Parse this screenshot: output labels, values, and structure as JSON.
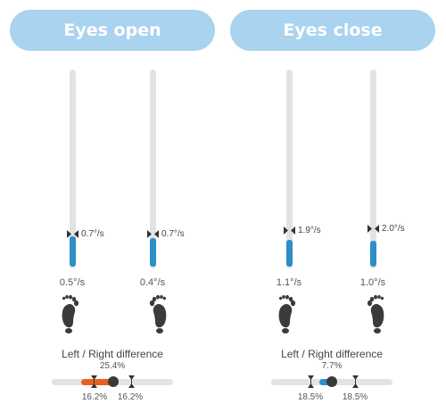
{
  "colors": {
    "header_bg": "#a9d3ef",
    "track": "#e3e3e3",
    "fill_blue": "#2c8fc8",
    "diff_orange": "#e9601e",
    "diff_blue": "#2c8fc8"
  },
  "eyes_open": {
    "title": "Eyes open",
    "left": {
      "reference": "0.7°/s",
      "value": "0.5°/s"
    },
    "right": {
      "reference": "0.7°/s",
      "value": "0.4°/s"
    },
    "difference": {
      "title": "Left / Right difference",
      "value": "25.4%",
      "left_limit": "16.2%",
      "right_limit": "16.2%"
    }
  },
  "eyes_close": {
    "title": "Eyes close",
    "left": {
      "reference": "1.9°/s",
      "value": "1.1°/s"
    },
    "right": {
      "reference": "2.0°/s",
      "value": "1.0°/s"
    },
    "difference": {
      "title": "Left / Right difference",
      "value": "7.7%",
      "left_limit": "18.5%",
      "right_limit": "18.5%"
    }
  },
  "icons": {
    "left_foot": "left-footprint-icon",
    "right_foot": "right-footprint-icon"
  }
}
